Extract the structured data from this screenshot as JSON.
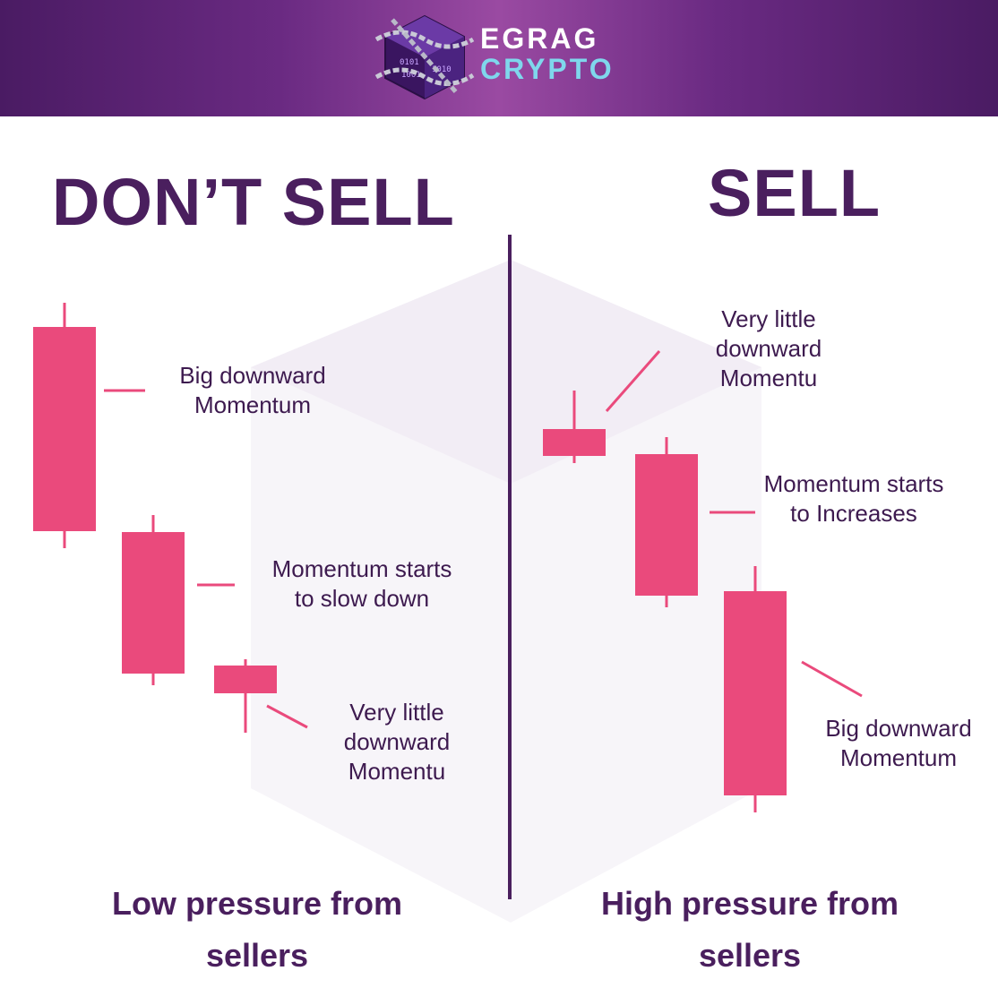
{
  "brand": {
    "line1": "EGRAG",
    "line2": "CRYPTO",
    "icon": "cube-chain-icon"
  },
  "colors": {
    "header_dark": "#4a1b63",
    "header_light": "#9a4aa2",
    "text_purple": "#4a1f5e",
    "candle_pink": "#ea4a7c",
    "brand_cyan": "#7fd7ec"
  },
  "left": {
    "heading": "DON’T SELL",
    "labels": [
      {
        "line1": "Big downward",
        "line2": "Momentum"
      },
      {
        "line1": "Momentum starts",
        "line2": "to slow down"
      },
      {
        "line1": "Very little",
        "line2": "downward",
        "line3": "Momentu"
      }
    ],
    "footer": {
      "line1": "Low pressure from",
      "line2": "sellers"
    }
  },
  "right": {
    "heading": "SELL",
    "labels": [
      {
        "line1": "Very little",
        "line2": "downward",
        "line3": "Momentu"
      },
      {
        "line1": "Momentum starts",
        "line2": "to Increases"
      },
      {
        "line1": "Big downward",
        "line2": "Momentum"
      }
    ],
    "footer": {
      "line1": "High pressure from",
      "line2": "sellers"
    }
  }
}
